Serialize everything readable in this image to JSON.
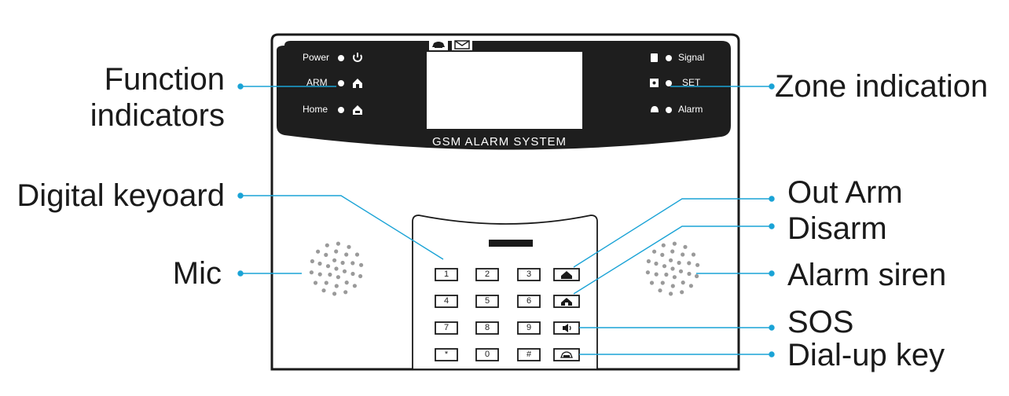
{
  "callouts": {
    "function_indicators_line1": "Function",
    "function_indicators_line2": "indicators",
    "digital_keyboard": "Digital keyoard",
    "mic": "Mic",
    "zone_indication": "Zone indication",
    "out_arm": "Out Arm",
    "disarm": "Disarm",
    "alarm_siren": "Alarm siren",
    "sos": "SOS",
    "dial_up_key": "Dial-up key"
  },
  "panel": {
    "brand": "GSM ALARM SYSTEM",
    "left_leds": [
      "Power",
      "ARM",
      "Home"
    ],
    "right_leds": [
      "Signal",
      "SET",
      "Alarm"
    ]
  },
  "keypad": {
    "rows": [
      [
        "1",
        "2",
        "3"
      ],
      [
        "4",
        "5",
        "6"
      ],
      [
        "7",
        "8",
        "9"
      ],
      [
        "*",
        "0",
        "#"
      ]
    ]
  },
  "colors": {
    "leader_line": "#1aa3d6",
    "panel_dark": "#1e1e1e",
    "outline": "#1a1a1a"
  },
  "icons": {
    "power": "power-icon",
    "arm": "house-arm-icon",
    "home": "house-home-icon",
    "signal": "signal-icon",
    "set": "set-icon",
    "alarm": "bell-icon",
    "phone": "phone-icon",
    "envelope": "envelope-icon",
    "out_arm_key": "house-out-icon",
    "disarm_key": "house-disarm-icon",
    "sos_key": "speaker-icon",
    "dial_key": "phone-icon"
  }
}
